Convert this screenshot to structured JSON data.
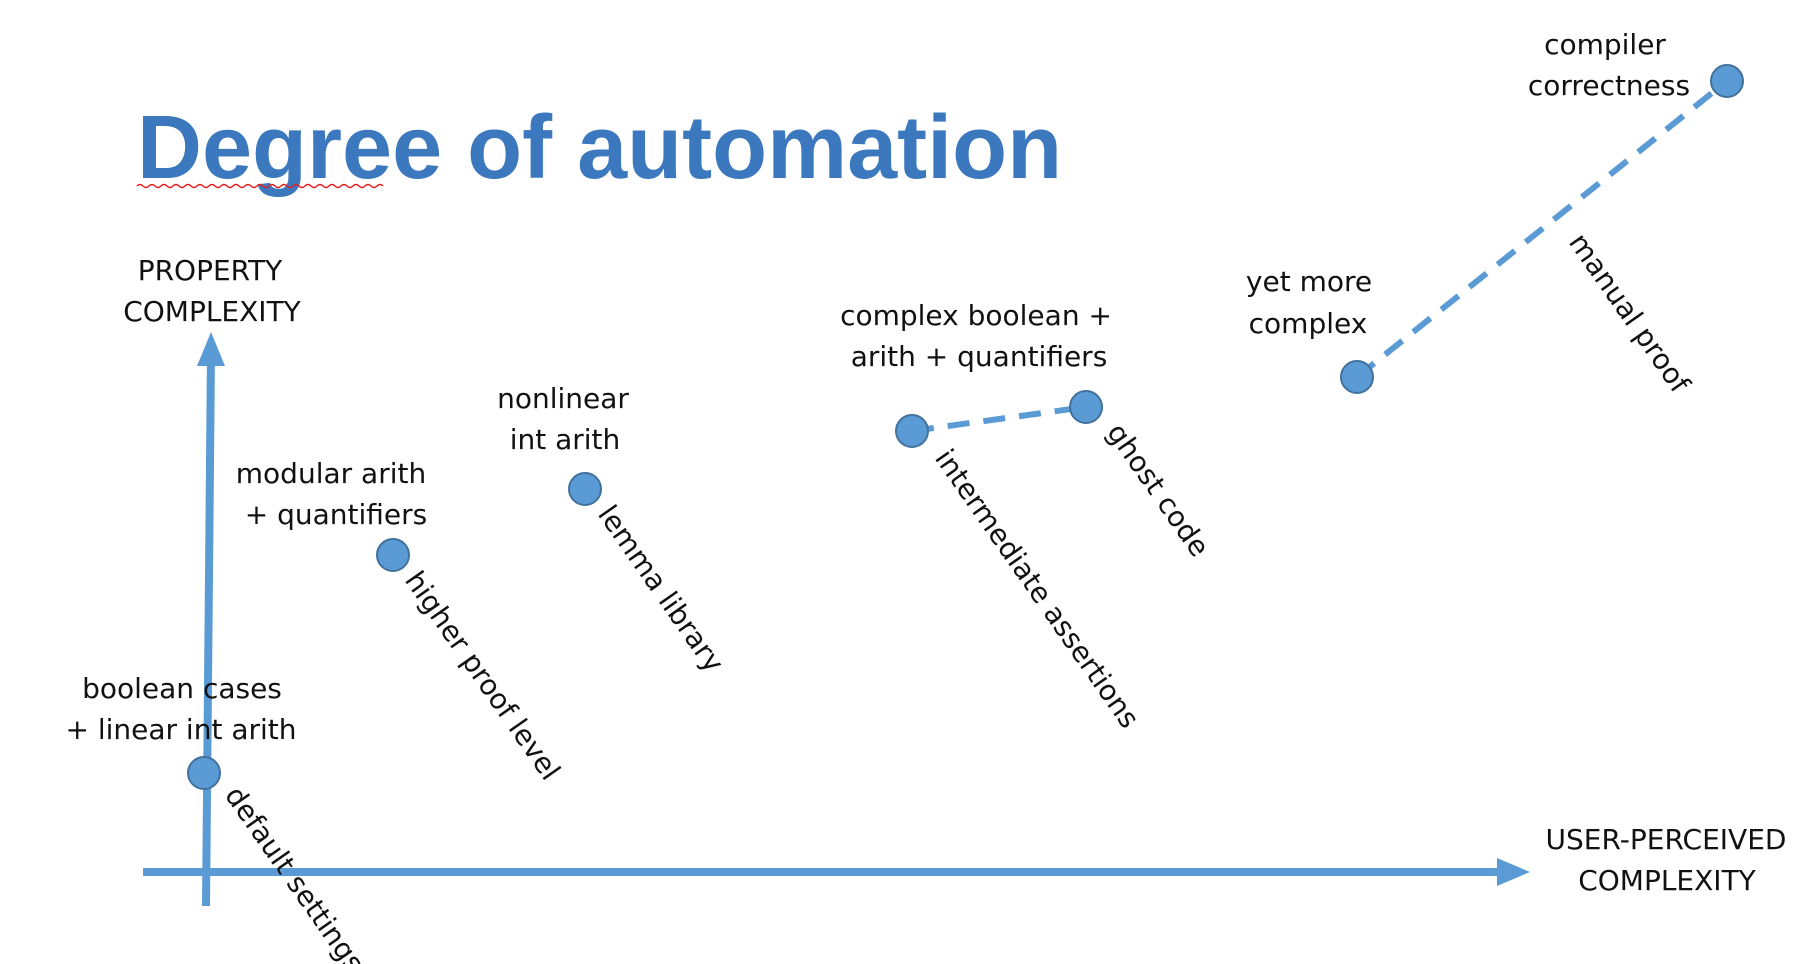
{
  "title": "Degree of automation",
  "colors": {
    "title": "#3c78be",
    "axis": "#5a9bd5",
    "point_fill": "#5b9bd5",
    "point_stroke": "#41719c",
    "spellcheck": "#e02020",
    "text": "#111111"
  },
  "axes": {
    "y_label_line1": "PROPERTY",
    "y_label_line2": "COMPLEXITY",
    "x_label_line1": "USER-PERCEIVED",
    "x_label_line2": "COMPLEXITY"
  },
  "levels": [
    {
      "property_line1": "boolean cases",
      "property_line2": "+ linear int arith",
      "technique": "default settings"
    },
    {
      "property_line1": "modular arith",
      "property_line2": "+ quantifiers",
      "technique": "higher proof level"
    },
    {
      "property_line1": "nonlinear",
      "property_line2": "int arith",
      "technique": "lemma library"
    },
    {
      "property_line1": "complex boolean +",
      "property_line2": "arith + quantifiers",
      "technique": "intermediate assertions"
    },
    {
      "property_line1": "",
      "property_line2": "",
      "technique": "ghost code"
    },
    {
      "property_line1": "yet more",
      "property_line2": "complex",
      "technique": ""
    },
    {
      "property_line1": "compiler",
      "property_line2": "correctness",
      "technique": "manual proof"
    }
  ]
}
